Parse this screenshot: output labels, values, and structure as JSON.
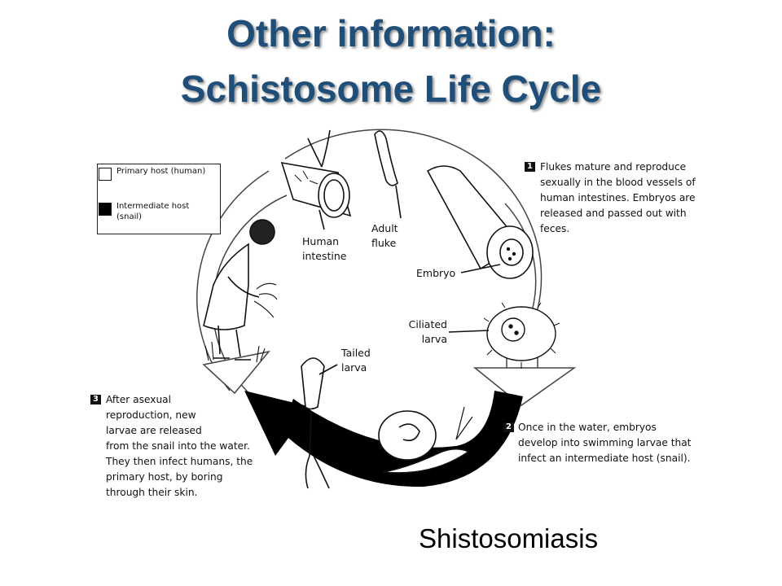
{
  "title": {
    "line1": "Other information:",
    "line2": "Schistosome Life Cycle"
  },
  "legend": {
    "primary": "Primary host (human)",
    "intermediate": "Intermediate host (snail)"
  },
  "steps": [
    {
      "number": "1",
      "text": "Flukes mature and reproduce sexually in the blood vessels of human intestines. Embryos are released and passed out with feces."
    },
    {
      "number": "2",
      "text": "Once in the water, embryos develop into swimming larvae that infect an intermediate host (snail)."
    },
    {
      "number": "3",
      "text_lines": [
        "After asexual",
        "reproduction, new",
        "larvae are released",
        "from the snail into the water.",
        "They then infect humans, the",
        "primary host, by boring",
        "through their skin."
      ]
    }
  ],
  "labels": {
    "human_intestine": "Human intestine",
    "adult_fluke": "Adult fluke",
    "embryo": "Embryo",
    "ciliated_larva": "Ciliated larva",
    "tailed_larva": "Tailed larva"
  },
  "caption": "Shistosomiasis",
  "colors": {
    "title": "#1f4e79",
    "primary_host_arrow": "#ffffff",
    "intermediate_host_arrow": "#000000"
  }
}
